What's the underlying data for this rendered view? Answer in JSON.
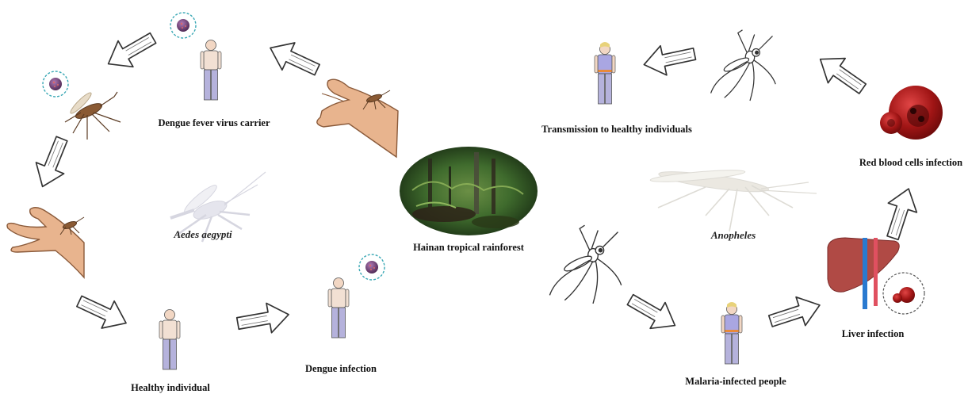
{
  "center": {
    "label": "Hainan tropical rainforest"
  },
  "dengue": {
    "species": "Aedes aegypti",
    "carrier_label": "Dengue fever virus carrier",
    "healthy_label": "Healthy individual",
    "infection_label": "Dengue infection"
  },
  "malaria": {
    "species": "Anopheles",
    "transmission_label": "Transmission to healthy individuals",
    "rbc_label": "Red blood cells infection",
    "liver_label": "Liver infection",
    "infected_label": "Malaria-infected people"
  },
  "colors": {
    "skin": "#e8b48e",
    "virus": "#6a3a6e",
    "virus_ring": "#3aa8b5",
    "rbc": "#b01818",
    "liver": "#b04a45",
    "shirt": "#a9a6e2",
    "pants": "#b5b2dc",
    "forest": "#3f6b2d"
  }
}
